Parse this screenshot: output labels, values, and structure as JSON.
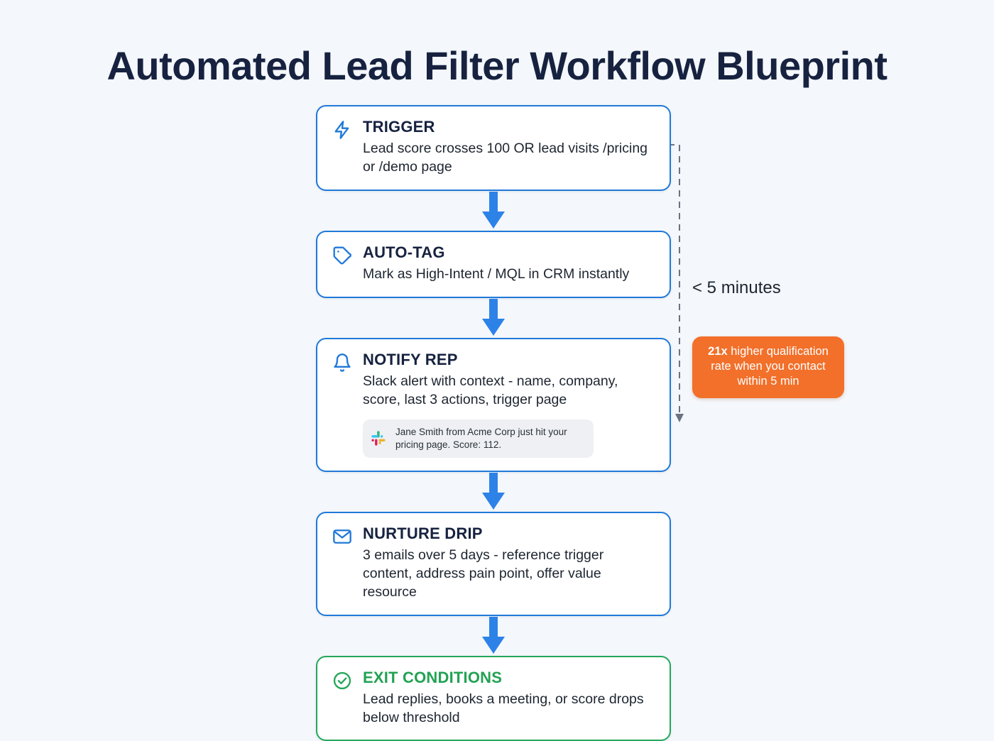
{
  "page": {
    "title": "Automated Lead Filter Workflow Blueprint",
    "background_color": "#f4f7fb"
  },
  "colors": {
    "blue": "#2079d8",
    "green": "#25a75a",
    "orange": "#f2702a",
    "title_navy": "#16223f"
  },
  "flow": {
    "nodes": [
      {
        "id": "trigger",
        "icon": "lightning-bolt-icon",
        "title": "TRIGGER",
        "desc": "Lead score crosses 100 OR lead visits /pricing or /demo page",
        "accent": "#2079d8"
      },
      {
        "id": "auto-tag",
        "icon": "tag-icon",
        "title": "AUTO-TAG",
        "desc": "Mark as High-Intent / MQL in CRM instantly",
        "accent": "#2079d8"
      },
      {
        "id": "notify-rep",
        "icon": "bell-icon",
        "title": "NOTIFY REP",
        "desc": "Slack alert with context - name, company, score, last 3 actions, trigger page",
        "accent": "#2079d8",
        "slack_preview": {
          "icon": "slack-logo-icon",
          "message": "Jane Smith from Acme Corp just hit your pricing page. Score: 112."
        }
      },
      {
        "id": "nurture-drip",
        "icon": "envelope-icon",
        "title": "NURTURE DRIP",
        "desc": "3 emails over 5 days - reference trigger content, address pain point, offer value resource",
        "accent": "#2079d8"
      },
      {
        "id": "exit-conditions",
        "icon": "check-circle-icon",
        "title": "EXIT CONDITIONS",
        "desc": "Lead replies, books a meeting, or score drops below threshold",
        "accent": "#25a75a"
      }
    ]
  },
  "annotation": {
    "bracket_label": "< 5 minutes"
  },
  "stat_badge": {
    "highlight": "21x",
    "text": " higher qualification rate when you contact within 5 min",
    "color": "#f2702a"
  }
}
